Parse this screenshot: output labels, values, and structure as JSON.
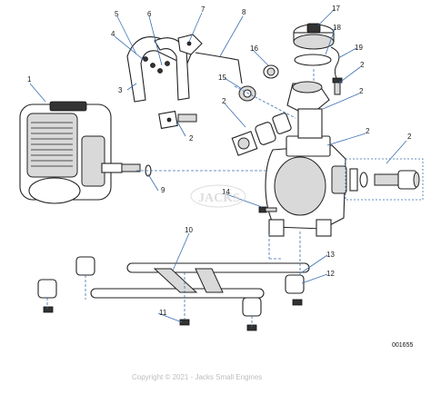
{
  "callouts": [
    "1",
    "2",
    "2",
    "2",
    "2",
    "2",
    "2",
    "3",
    "4",
    "5",
    "6",
    "7",
    "8",
    "9",
    "10",
    "11",
    "12",
    "13",
    "14",
    "15",
    "16",
    "17",
    "18",
    "19"
  ],
  "diagram_code": "001655",
  "copyright": "Copyright © 2021 - Jacks Small Engines",
  "watermark_logo": "JACKS"
}
